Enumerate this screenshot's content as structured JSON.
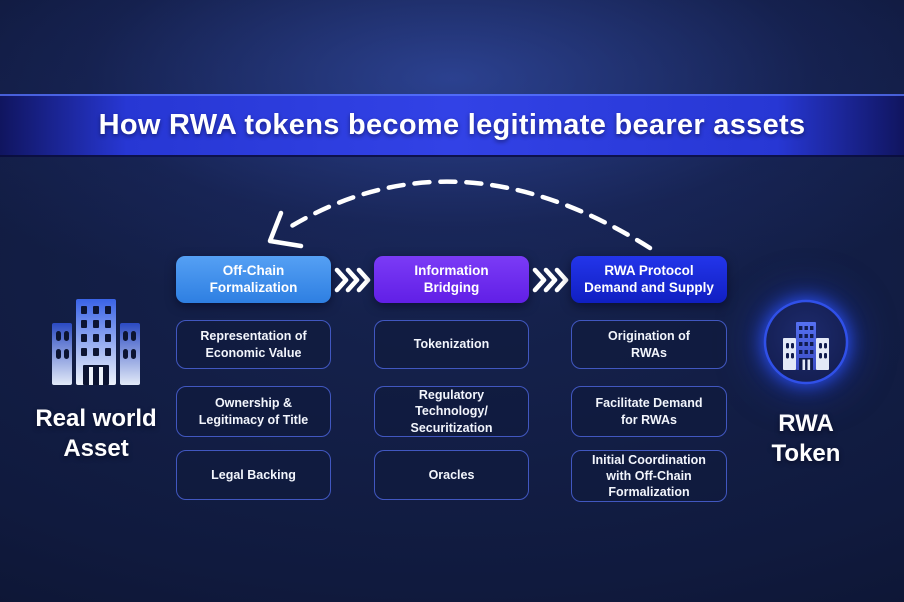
{
  "title": "How RWA tokens become legitimate bearer assets",
  "left_entity": {
    "label": "Real world\nAsset",
    "icon": "buildings-icon"
  },
  "right_entity": {
    "label": "RWA\nToken",
    "icon": "rwa-token-coin-icon"
  },
  "flow": {
    "columns": [
      {
        "header": "Off-Chain\nFormalization",
        "items": [
          "Representation of\nEconomic Value",
          "Ownership &\nLegitimacy of Title",
          "Legal Backing"
        ]
      },
      {
        "header": "Information\nBridging",
        "items": [
          "Tokenization",
          "Regulatory\nTechnology/\nSecuritization",
          "Oracles"
        ]
      },
      {
        "header": "RWA Protocol\nDemand and Supply",
        "items": [
          "Origination of\nRWAs",
          "Facilitate Demand\nfor RWAs",
          "Initial Coordination\nwith Off-Chain\nFormalization"
        ]
      }
    ]
  },
  "annotations": {
    "feedback_arrow": "dashed arc from RWA Protocol Demand and Supply back to Off-Chain Formalization"
  },
  "colors": {
    "background": "#101a3e",
    "banner_blue": "#3242e6",
    "header_offchain": "#3e8eec",
    "header_bridging": "#6d2cf0",
    "header_protocol": "#1b2ad8",
    "item_border": "#4157c0",
    "item_fill": "#101b3e",
    "arrow_white": "#ffffff",
    "text_white": "#ffffff"
  }
}
